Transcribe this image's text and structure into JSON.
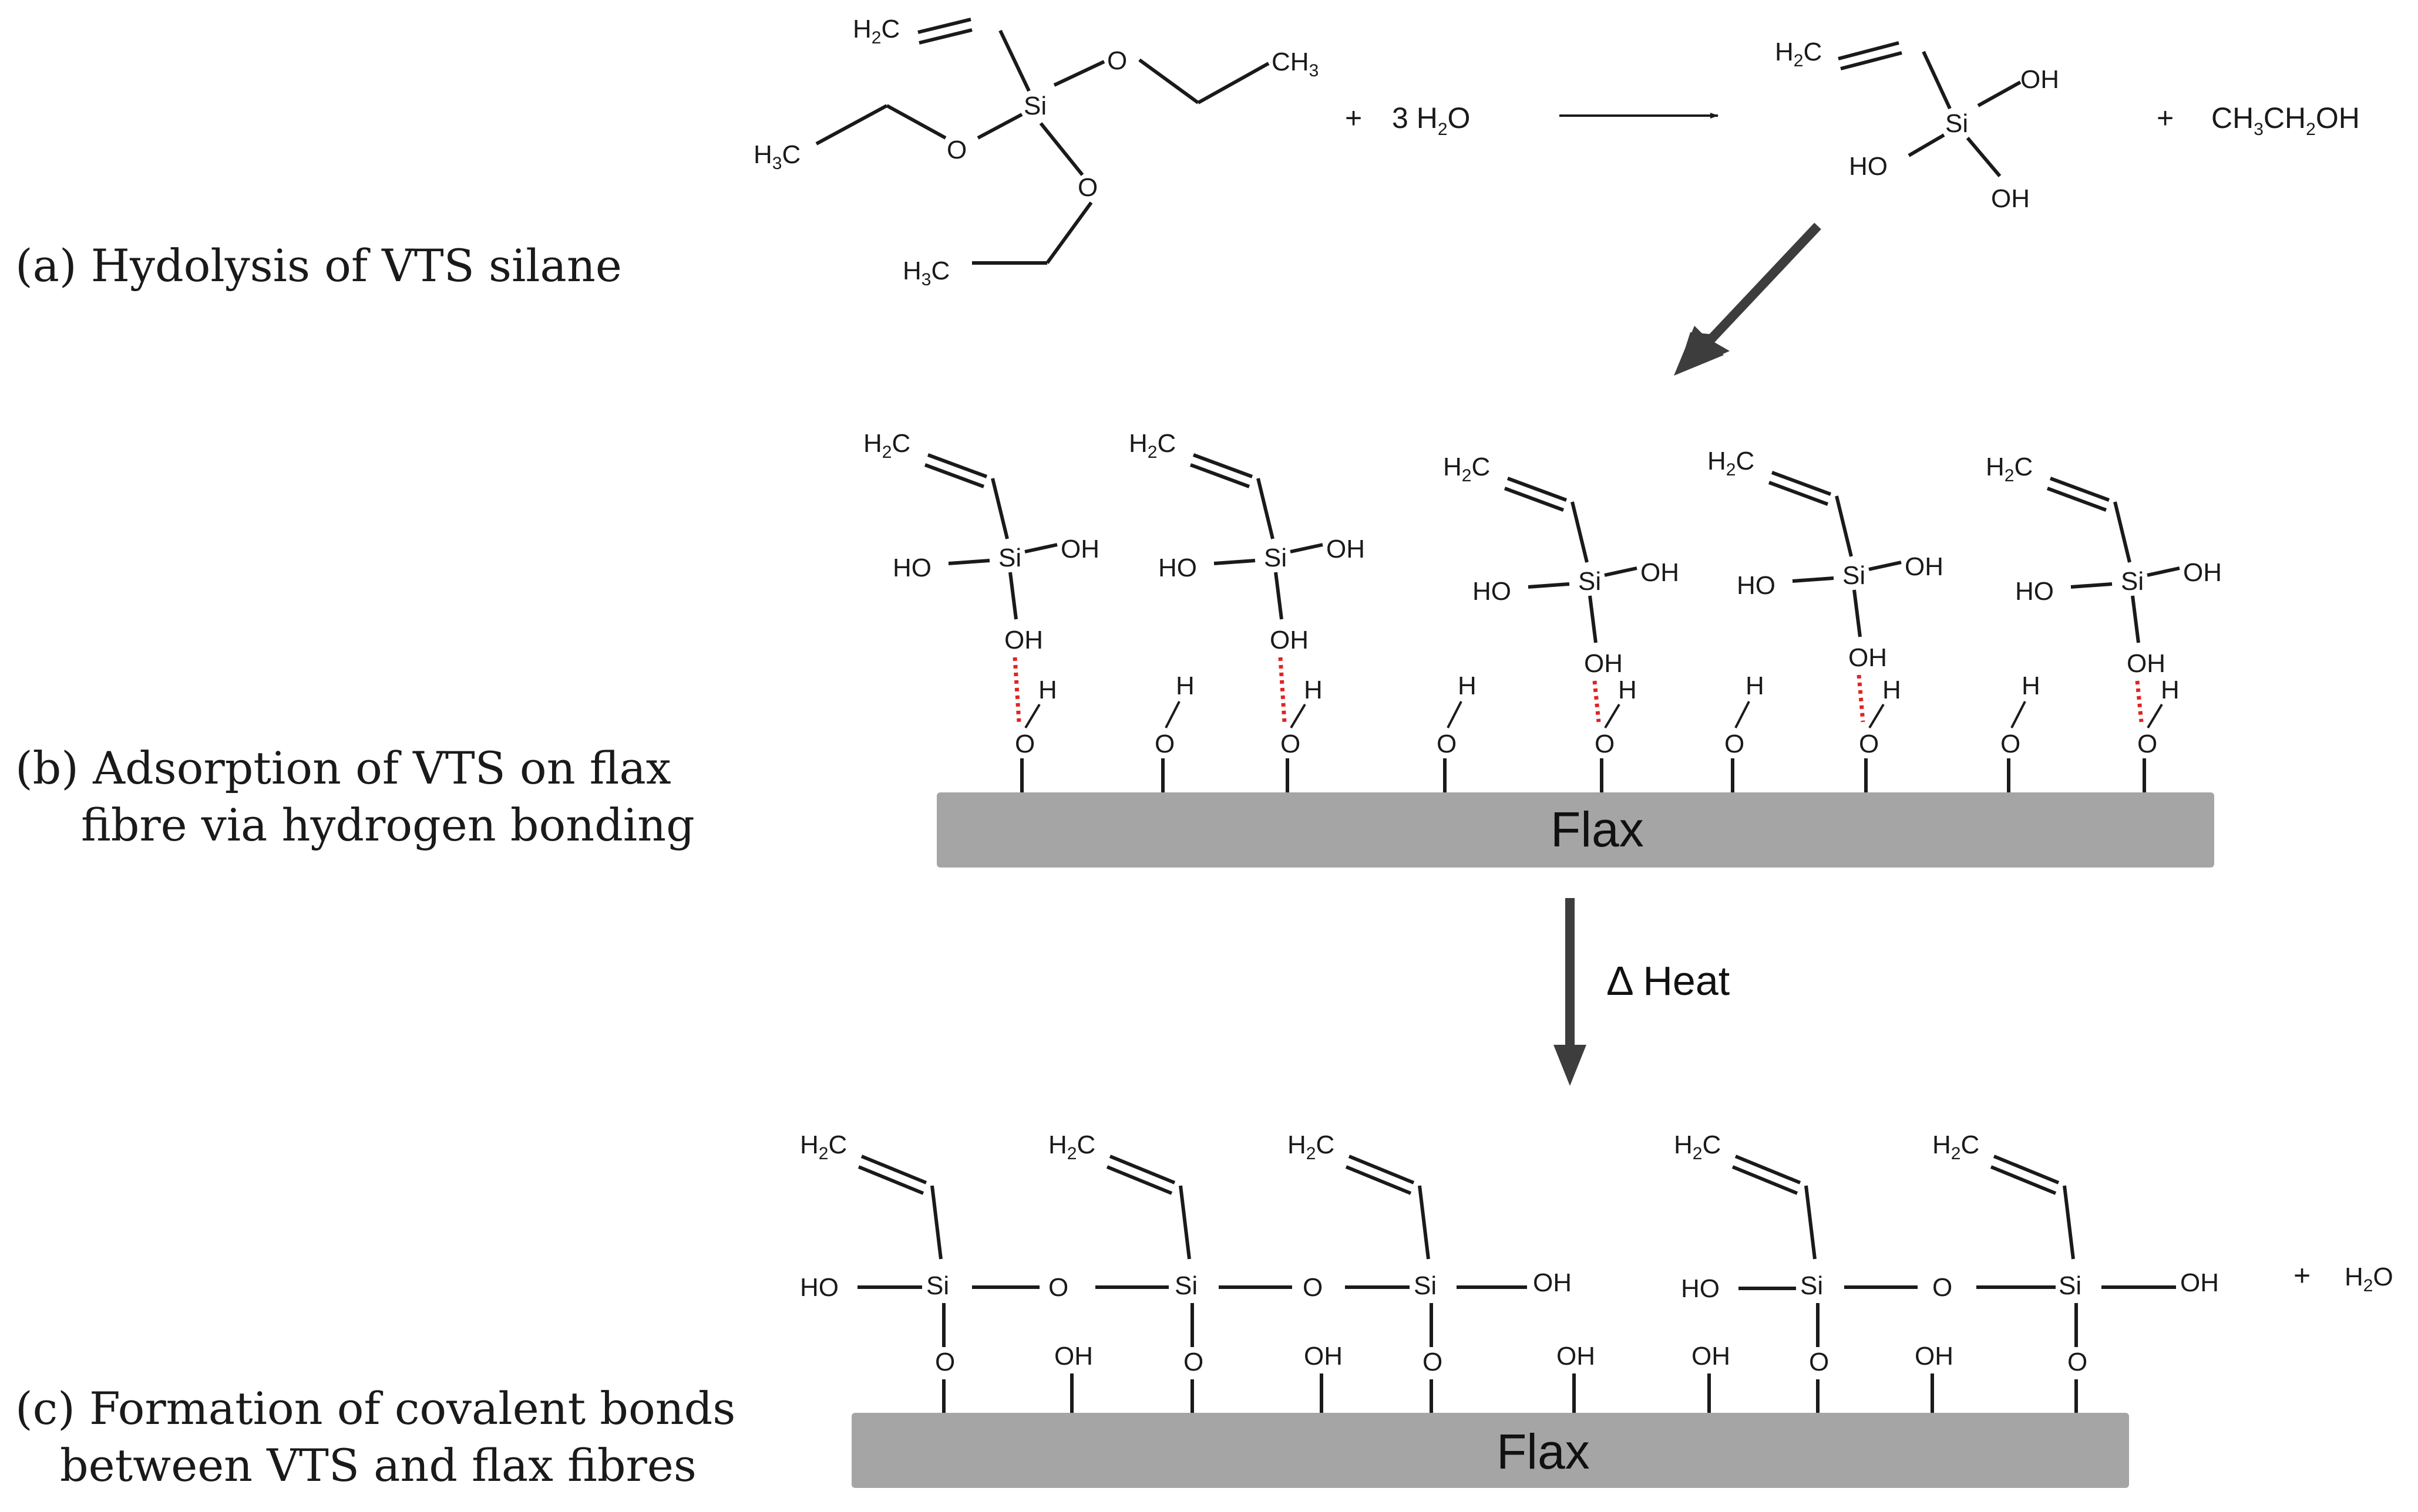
{
  "steps": {
    "a": {
      "label": "(a) Hydolysis of VTS silane"
    },
    "b": {
      "label_line1": "(b) Adsorption of VTS on flax",
      "label_line2": "fibre via hydrogen bonding"
    },
    "c": {
      "label_line1": "(c) Formation of covalent bonds",
      "label_line2": "between VTS and flax fibres"
    }
  },
  "reaction": {
    "reagent_plus": "+",
    "water_coef": "3 H",
    "water_sub": "2",
    "water_o": "O",
    "product_plus": "+",
    "ethanol": [
      "CH",
      "3",
      "CH",
      "2",
      "OH"
    ],
    "final_plus": "+",
    "final_water": [
      "H",
      "2",
      "O"
    ]
  },
  "atoms": {
    "si": "Si",
    "o": "O",
    "oh": "OH",
    "ho": "HO",
    "h": "H",
    "h2c": [
      "H",
      "2",
      "C"
    ],
    "h3c": [
      "H",
      "3",
      "C"
    ],
    "ch3": [
      "CH",
      "3"
    ]
  },
  "surface": {
    "label": "Flax",
    "color": "#a5a5a5"
  },
  "heat": {
    "label": "Δ Heat"
  },
  "colors": {
    "hydrogen_bond": "#e32222",
    "arrow": "#3d3d3d",
    "bond": "#1a1a1a"
  }
}
